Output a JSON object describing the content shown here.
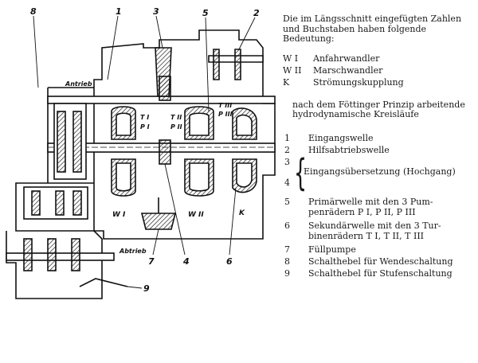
{
  "figure": {
    "callouts": [
      "8",
      "1",
      "3",
      "5",
      "2",
      "7",
      "4",
      "6",
      "9"
    ],
    "labels": {
      "antrieb": "Antrieb",
      "abtrieb": "Abtrieb",
      "t1": "T I",
      "p1": "P I",
      "t2": "T II",
      "p2": "P II",
      "t3": "T III",
      "p3": "P III",
      "w1": "W I",
      "w2": "W II",
      "k": "K"
    }
  },
  "legend": {
    "intro": [
      "Die im Längsschnitt eingefügten Zahlen",
      "und Buchstaben haben folgende",
      "Bedeutung:"
    ],
    "letters": [
      {
        "sym": "W I",
        "text": "Anfahrwandler"
      },
      {
        "sym": "W II",
        "text": "Marschwandler"
      },
      {
        "sym": "K",
        "text": "Strömungskupplung"
      }
    ],
    "circuits_heading": [
      "nach dem Föttinger Prinzip arbeitende",
      "hydrodynamische Kreisläufe"
    ],
    "numbers": [
      {
        "num": "1",
        "text": [
          "Eingangswelle"
        ]
      },
      {
        "num": "2",
        "text": [
          "Hilfsabtriebswelle"
        ]
      }
    ],
    "bracket": {
      "nums": [
        "3",
        "4"
      ],
      "text": "Eingangsübersetzung (Hochgang)"
    },
    "numbers2": [
      {
        "num": "5",
        "text": [
          "Primärwelle mit den 3 Pum-",
          "penrädern  P I,  P II,  P III"
        ]
      },
      {
        "num": "6",
        "text": [
          "Sekundärwelle mit den 3 Tur-",
          "binenrädern  T I,  T II,  T III"
        ]
      },
      {
        "num": "7",
        "text": [
          "Füllpumpe"
        ]
      },
      {
        "num": "8",
        "text": [
          "Schalthebel für Wendeschaltung"
        ]
      },
      {
        "num": "9",
        "text": [
          "Schalthebel für Stufenschaltung"
        ]
      }
    ]
  }
}
